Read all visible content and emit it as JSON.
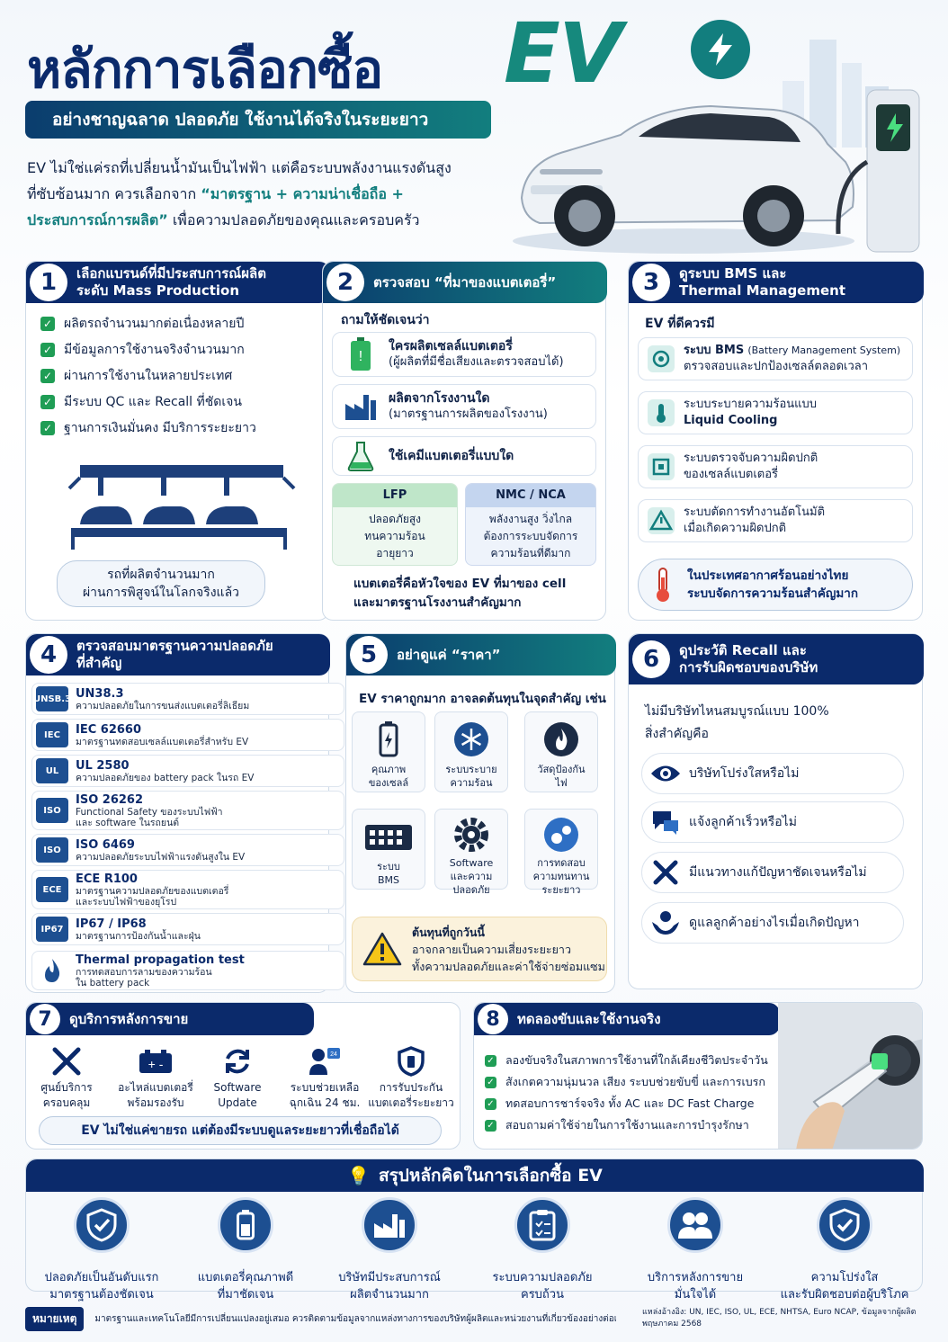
{
  "header": {
    "title": "หลักการเลือกซื้อ",
    "title_ev": "EV",
    "subtitle": "อย่างชาญฉลาด ปลอดภัย ใช้งานได้จริงในระยะยาว",
    "intro_1": "EV ไม่ใช่แค่รถที่เปลี่ยนน้ำมันเป็นไฟฟ้า แต่คือระบบพลังงานแรงดันสูง",
    "intro_2": "ที่ซับซ้อนมาก ควรเลือกจาก",
    "intro_highlight_1": "“มาตรฐาน + ความน่าเชื่อถือ +",
    "intro_highlight_2": "ประสบการณ์การผลิต”",
    "intro_3": "เพื่อความปลอดภัยของคุณและครอบครัว"
  },
  "s1": {
    "num": "1",
    "title_1": "เลือกแบรนด์ที่มีประสบการณ์ผลิต",
    "title_2": "ระดับ Mass Production",
    "items": [
      "ผลิตรถจำนวนมากต่อเนื่องหลายปี",
      "มีข้อมูลการใช้งานจริงจำนวนมาก",
      "ผ่านการใช้งานในหลายประเทศ",
      "มีระบบ QC และ Recall ที่ชัดเจน",
      "ฐานการเงินมั่นคง มีบริการระยะยาว"
    ],
    "note_1": "รถที่ผลิตจำนวนมาก",
    "note_2": "ผ่านการพิสูจน์ในโลกจริงแล้ว"
  },
  "s2": {
    "num": "2",
    "title": "ตรวจสอบ “ที่มาของแบตเตอรี่”",
    "lead": "ถามให้ชัดเจนว่า",
    "q1_a": "ใครผลิตเซลล์แบตเตอรี่",
    "q1_b": "(ผู้ผลิตที่มีชื่อเสียงและตรวจสอบได้)",
    "q2_a": "ผลิตจากโรงงานใด",
    "q2_b": "(มาตรฐานการผลิตของโรงงาน)",
    "q3_a": "ใช้เคมีแบตเตอรี่แบบใด",
    "lfp_title": "LFP",
    "lfp_1": "ปลอดภัยสูง",
    "lfp_2": "ทนความร้อน",
    "lfp_3": "อายุยาว",
    "nmc_title": "NMC / NCA",
    "nmc_1": "พลังงานสูง วิ่งไกล",
    "nmc_2": "ต้องการระบบจัดการ",
    "nmc_3": "ความร้อนที่ดีมาก",
    "foot_1": "แบตเตอรี่คือหัวใจของ EV ที่มาของ cell",
    "foot_2": "และมาตรฐานโรงงานสำคัญมาก"
  },
  "s3": {
    "num": "3",
    "title_1": "ดูระบบ BMS และ",
    "title_2": "Thermal Management",
    "lead": "EV ที่ดีควรมี",
    "r1_a": "ระบบ BMS",
    "r1_a2": "(Battery Management System)",
    "r1_b": "ตรวจสอบและปกป้องเซลล์ตลอดเวลา",
    "r2_a": "ระบบระบายความร้อนแบบ",
    "r2_b": "Liquid Cooling",
    "r3_a": "ระบบตรวจจับความผิดปกติ",
    "r3_b": "ของเซลล์แบตเตอรี่",
    "r4_a": "ระบบตัดการทำงานอัตโนมัติ",
    "r4_b": "เมื่อเกิดความผิดปกติ",
    "note_1": "ในประเทศอากาศร้อนอย่างไทย",
    "note_2": "ระบบจัดการความร้อนสำคัญมาก"
  },
  "s4": {
    "num": "4",
    "title_1": "ตรวจสอบมาตรฐานความปลอดภัย",
    "title_2": "ที่สำคัญ",
    "standards": [
      {
        "logo": "UNSB.3",
        "name": "UN38.3",
        "d1": "ความปลอดภัยในการขนส่งแบตเตอรี่ลิเธียม",
        "d2": ""
      },
      {
        "logo": "IEC",
        "name": "IEC 62660",
        "d1": "มาตรฐานทดสอบเซลล์แบตเตอรี่สำหรับ EV",
        "d2": ""
      },
      {
        "logo": "UL",
        "name": "UL 2580",
        "d1": "ความปลอดภัยของ battery pack ในรถ EV",
        "d2": ""
      },
      {
        "logo": "ISO",
        "name": "ISO 26262",
        "d1": "Functional Safety ของระบบไฟฟ้า",
        "d2": "และ software ในรถยนต์"
      },
      {
        "logo": "ISO",
        "name": "ISO 6469",
        "d1": "ความปลอดภัยระบบไฟฟ้าแรงดันสูงใน EV",
        "d2": ""
      },
      {
        "logo": "ECE",
        "name": "ECE R100",
        "d1": "มาตรฐานความปลอดภัยของแบตเตอรี่",
        "d2": "และระบบไฟฟ้าของยุโรป"
      },
      {
        "logo": "IP67",
        "name": "IP67 / IP68",
        "d1": "มาตรฐานการป้องกันน้ำและฝุ่น",
        "d2": ""
      },
      {
        "logo": "",
        "name": "Thermal propagation test",
        "d1": "การทดสอบการลามของความร้อน",
        "d2": "ใน battery pack"
      }
    ]
  },
  "s5": {
    "num": "5",
    "title": "อย่าดูแค่ “ราคา”",
    "lead": "EV ราคาถูกมาก อาจลดต้นทุนในจุดสำคัญ เช่น",
    "tiles": [
      {
        "l1": "คุณภาพ",
        "l2": "ของเซลล์"
      },
      {
        "l1": "ระบบระบาย",
        "l2": "ความร้อน"
      },
      {
        "l1": "วัสดุป้องกัน",
        "l2": "ไฟ"
      },
      {
        "l1": "ระบบ",
        "l2": "BMS"
      },
      {
        "l1": "Software",
        "l2": "และความปลอดภัย"
      },
      {
        "l1": "การทดสอบ",
        "l2": "ความทนทานระยะยาว"
      }
    ],
    "warn_title": "ต้นทุนที่ถูกวันนี้",
    "warn_1": "อาจกลายเป็นความเสี่ยงระยะยาว",
    "warn_2": "ทั้งความปลอดภัยและค่าใช้จ่ายซ่อมแซม"
  },
  "s6": {
    "num": "6",
    "title_1": "ดูประวัติ Recall และ",
    "title_2": "การรับผิดชอบของบริษัท",
    "lead_1": "ไม่มีบริษัทไหนสมบูรณ์แบบ 100%",
    "lead_2": "สิ่งสำคัญคือ",
    "items": [
      "บริษัทโปร่งใสหรือไม่",
      "แจ้งลูกค้าเร็วหรือไม่",
      "มีแนวทางแก้ปัญหาชัดเจนหรือไม่",
      "ดูแลลูกค้าอย่างไรเมื่อเกิดปัญหา"
    ]
  },
  "s7": {
    "num": "7",
    "title": "ดูบริการหลังการขาย",
    "services": [
      {
        "l1": "ศูนย์บริการ",
        "l2": "ครอบคลุม"
      },
      {
        "l1": "อะไหล่แบตเตอรี่",
        "l2": "พร้อมรองรับ"
      },
      {
        "l1": "Software",
        "l2": "Update"
      },
      {
        "l1": "ระบบช่วยเหลือ",
        "l2": "ฉุกเฉิน 24 ชม."
      },
      {
        "l1": "การรับประกัน",
        "l2": "แบตเตอรี่ระยะยาว"
      }
    ],
    "note": "EV ไม่ใช่แค่ขายรถ แต่ต้องมีระบบดูแลระยะยาวที่เชื่อถือได้"
  },
  "s8": {
    "num": "8",
    "title": "ทดลองขับและใช้งานจริง",
    "items": [
      "ลองขับจริงในสภาพการใช้งานที่ใกล้เคียงชีวิตประจำวัน",
      "สังเกตความนุ่มนวล เสียง ระบบช่วยขับขี่ และการเบรก",
      "ทดสอบการชาร์จจริง ทั้ง AC และ DC Fast Charge",
      "สอบถามค่าใช้จ่ายในการใช้งานและการบำรุงรักษา"
    ]
  },
  "summary": {
    "title": "สรุปหลักคิดในการเลือกซื้อ EV",
    "items": [
      {
        "l1": "ปลอดภัยเป็นอันดับแรก",
        "l2": "มาตรฐานต้องชัดเจน"
      },
      {
        "l1": "แบตเตอรี่คุณภาพดี",
        "l2": "ที่มาชัดเจน"
      },
      {
        "l1": "บริษัทมีประสบการณ์",
        "l2": "ผลิตจำนวนมาก"
      },
      {
        "l1": "ระบบความปลอดภัย",
        "l2": "ครบถ้วน"
      },
      {
        "l1": "บริการหลังการขาย",
        "l2": "มั่นใจได้"
      },
      {
        "l1": "ความโปร่งใส",
        "l2": "และรับผิดชอบต่อผู้บริโภค"
      }
    ]
  },
  "footer": {
    "tag": "หมายเหตุ",
    "note": "มาตรฐานและเทคโนโลยีมีการเปลี่ยนแปลงอยู่เสมอ ควรติดตามข้อมูลจากแหล่งทางการของบริษัทผู้ผลิตและหน่วยงานที่เกี่ยวข้องอย่างต่อเนื่อง",
    "ref_1": "แหล่งอ้างอิง: UN, IEC, ISO, UL, ECE, NHTSA, Euro NCAP, ข้อมูลจากผู้ผลิต",
    "ref_2": "พฤษภาคม 2568"
  },
  "colors": {
    "navy": "#0b2a6b",
    "teal": "#127e7e",
    "green": "#1f9d55"
  }
}
